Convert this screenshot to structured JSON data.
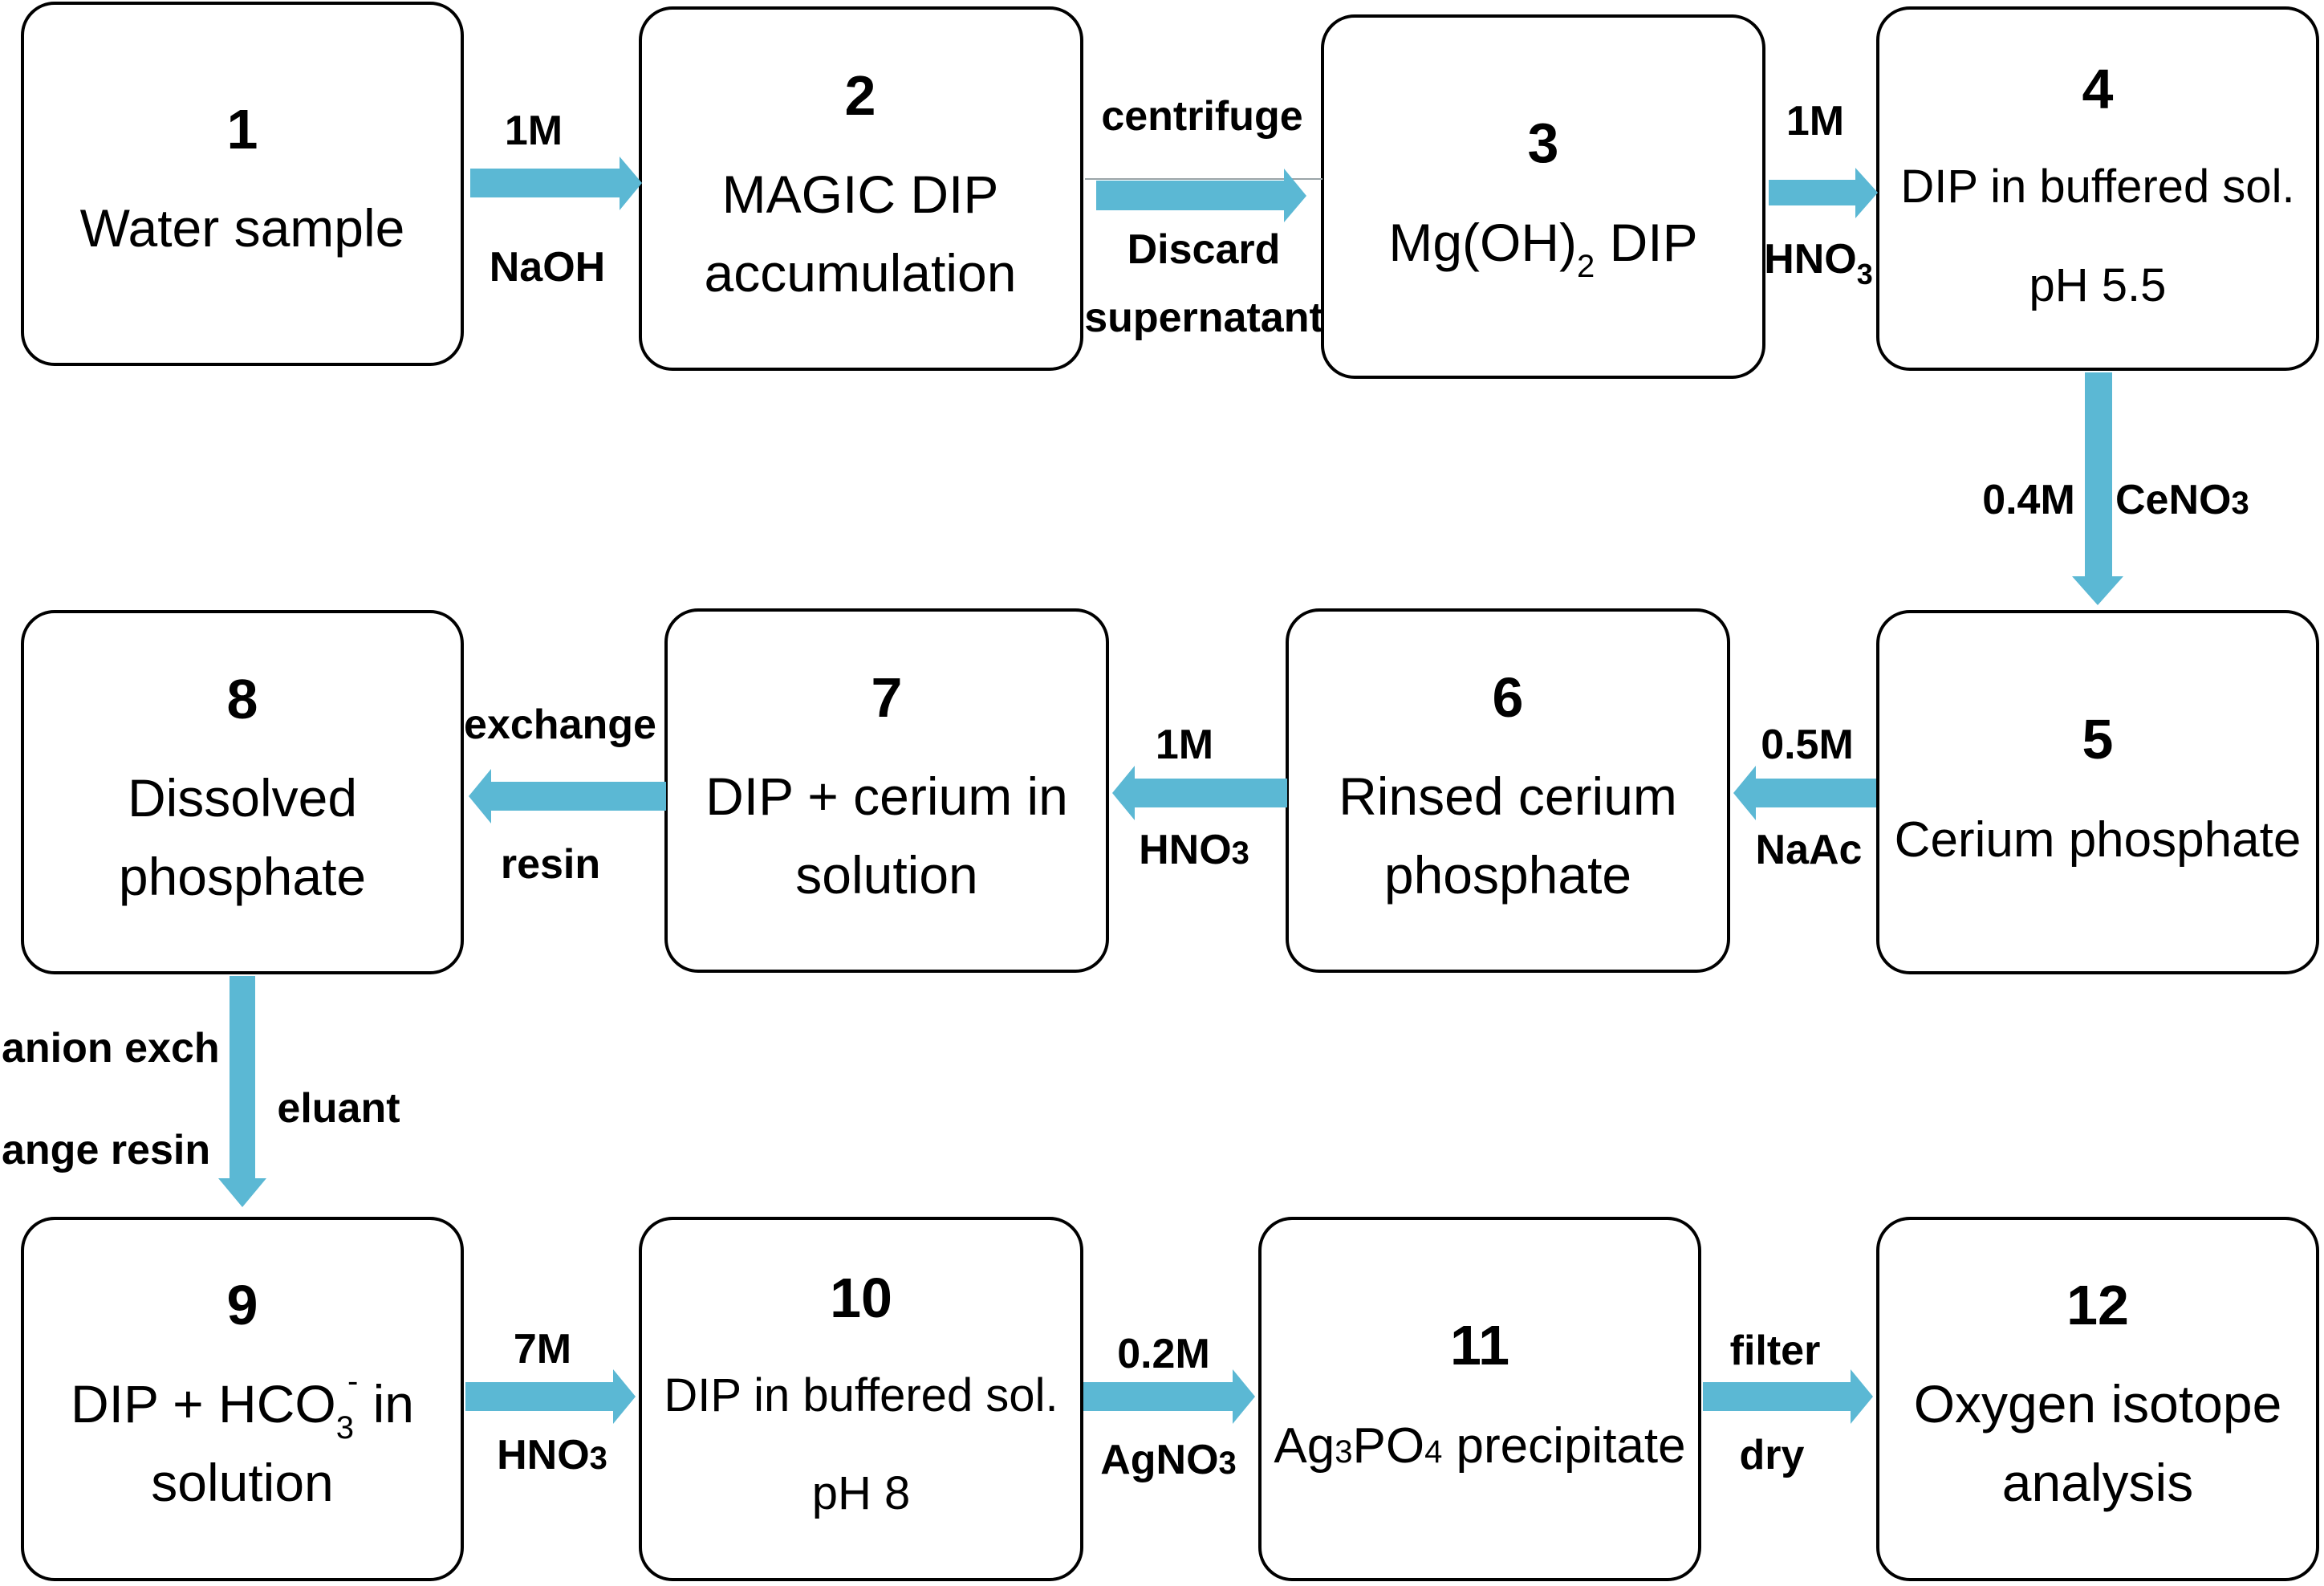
{
  "colors": {
    "arrow": "#5bb8d4",
    "box_border": "#000000",
    "text": "#000000"
  },
  "steps": [
    {
      "num": "1",
      "lines": [
        "Water sample"
      ]
    },
    {
      "num": "2",
      "lines": [
        "MAGIC DIP",
        "accumulation"
      ]
    },
    {
      "num": "3",
      "lines": [
        "Mg(OH)",
        "2",
        " DIP"
      ]
    },
    {
      "num": "4",
      "lines": [
        "DIP in buffered sol.",
        "pH 5.5"
      ]
    },
    {
      "num": "5",
      "lines": [
        "Cerium phosphate"
      ]
    },
    {
      "num": "6",
      "lines": [
        "Rinsed cerium",
        "phosphate"
      ]
    },
    {
      "num": "7",
      "lines": [
        "DIP + cerium in",
        "solution"
      ]
    },
    {
      "num": "8",
      "lines": [
        "Dissolved",
        "phosphate"
      ]
    },
    {
      "num": "9",
      "lines": [
        "DIP + HCO",
        "3",
        "-",
        "  in",
        "solution"
      ]
    },
    {
      "num": "10",
      "lines": [
        "DIP in buffered sol.",
        "pH 8"
      ]
    },
    {
      "num": "11",
      "lines": [
        "Ag",
        "3",
        "PO",
        "4",
        " precipitate"
      ]
    },
    {
      "num": "12",
      "lines": [
        "Oxygen isotope",
        "analysis"
      ]
    }
  ],
  "arrows": [
    {
      "from": "1",
      "to": "2",
      "above": "1M",
      "below": "NaOH"
    },
    {
      "from": "2",
      "to": "3",
      "above": "centrifuge",
      "below1": "Discard",
      "below2": "supernatant"
    },
    {
      "from": "3",
      "to": "4",
      "above": "1M",
      "below": "HNO",
      "below_sub": "3"
    },
    {
      "from": "4",
      "to": "5",
      "left": "0.4M",
      "right": "CeNO",
      "right_sub": "3"
    },
    {
      "from": "5",
      "to": "6",
      "above": "0.5M",
      "below": "NaAc"
    },
    {
      "from": "6",
      "to": "7",
      "above": "1M",
      "below": "HNO",
      "below_sub": "3"
    },
    {
      "from": "7",
      "to": "8",
      "above": "exchange",
      "below": "resin"
    },
    {
      "from": "8",
      "to": "9",
      "left1": "anion exch",
      "left2": "ange resin",
      "right": "eluant"
    },
    {
      "from": "9",
      "to": "10",
      "above": "7M",
      "below": "HNO",
      "below_sub": "3"
    },
    {
      "from": "10",
      "to": "11",
      "above": "0.2M",
      "below": "AgNO",
      "below_sub": "3"
    },
    {
      "from": "11",
      "to": "12",
      "above": "filter",
      "below": "dry"
    }
  ]
}
